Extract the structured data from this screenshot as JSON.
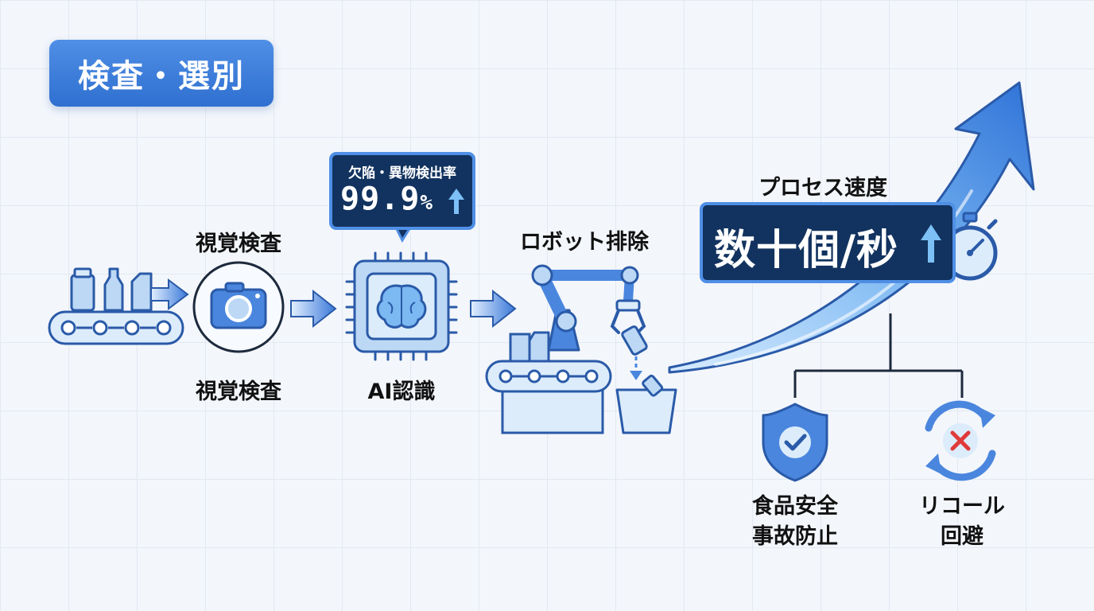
{
  "title": "検査・選別",
  "steps": {
    "inspection_top_label": "視覚検査",
    "inspection_bottom_label": "視覚検査",
    "ai_label": "AI認識",
    "robot_label": "ロボット排除"
  },
  "metric": {
    "label": "欠陥・異物検出率",
    "value": "99.9",
    "unit": "%"
  },
  "speed": {
    "label": "プロセス速度",
    "value": "数十個/秒"
  },
  "outcomes": {
    "safety_line1": "食品安全",
    "safety_line2": "事故防止",
    "recall_line1": "リコール",
    "recall_line2": "回避"
  },
  "colors": {
    "accent": "#2f6fd0",
    "dark_panel": "#12335f",
    "light_blue": "#bcd8f5",
    "stroke": "#2a5aa8",
    "error": "#e03a3a"
  },
  "icons": [
    "conveyor-icon",
    "camera-icon",
    "ai-chip-brain-icon",
    "robot-arm-icon",
    "stopwatch-icon",
    "shield-check-icon",
    "recall-cycle-icon"
  ]
}
